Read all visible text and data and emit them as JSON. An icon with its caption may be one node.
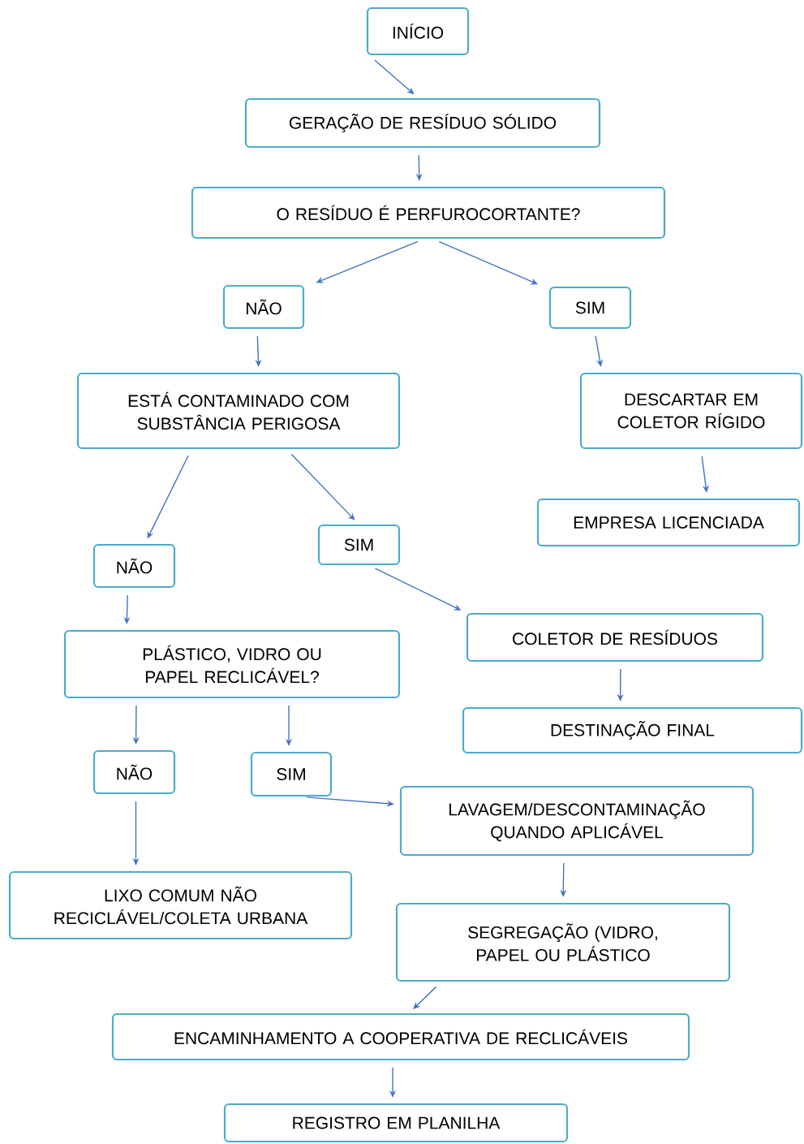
{
  "diagram": {
    "nodes": [
      {
        "text": [
          "INÍCIO"
        ]
      },
      {
        "text": [
          "GERAÇÃO DE RESÍDUO SÓLIDO"
        ]
      },
      {
        "text": [
          "O RESÍDUO É PERFUROCORTANTE?"
        ]
      },
      {
        "text": [
          "NÃO"
        ]
      },
      {
        "text": [
          "SIM"
        ]
      },
      {
        "text": [
          "ESTÁ CONTAMINADO COM SUBSTÂNCIA PERIGOSA"
        ]
      },
      {
        "text": [
          "DESCARTAR EM COLETOR RÍGIDO"
        ]
      },
      {
        "text": [
          "EMPRESA LICENCIADA"
        ]
      },
      {
        "text": [
          "NÃO"
        ]
      },
      {
        "text": [
          "SIM"
        ]
      },
      {
        "text": [
          "PLÁSTICO, VIDRO OU PAPEL RECLICÁVEL?"
        ]
      },
      {
        "text": [
          "COLETOR DE RESÍDUOS"
        ]
      },
      {
        "text": [
          "DESTINAÇÃO FINAL"
        ]
      },
      {
        "text": [
          "NÃO"
        ]
      },
      {
        "text": [
          "SIM"
        ]
      },
      {
        "text": [
          "LAVAGEM/DESCONTAMINAÇÃO QUANDO APLICÁVEL"
        ]
      },
      {
        "text": [
          "LIXO COMUM NÃO RECICLÁVEL/COLETA URBANA"
        ]
      },
      {
        "text": [
          "SEGREGAÇÃO (VIDRO, PAPEL OU PLÁSTICO"
        ]
      },
      {
        "text": [
          "ENCAMINHAMENTO A COOPERATIVA DE RECLICÁVEIS"
        ]
      },
      {
        "text": [
          "REGISTRO EM PLANILHA"
        ]
      }
    ],
    "edges": [
      {
        "from": 0,
        "to": 1,
        "arrow": "to"
      },
      {
        "from": 1,
        "to": 2,
        "arrow": "to"
      },
      {
        "from": 2,
        "to": 3,
        "arrow": "to"
      },
      {
        "from": 2,
        "to": 4,
        "arrow": "to"
      },
      {
        "from": 3,
        "to": 5,
        "arrow": "to"
      },
      {
        "from": 4,
        "to": 6,
        "arrow": "to"
      },
      {
        "from": 6,
        "to": 7,
        "arrow": "to"
      },
      {
        "from": 5,
        "to": 8,
        "arrow": "to"
      },
      {
        "from": 5,
        "to": 9,
        "arrow": "to"
      },
      {
        "from": 9,
        "to": 11,
        "arrow": "to"
      },
      {
        "from": 8,
        "to": 10,
        "arrow": "to"
      },
      {
        "from": 11,
        "to": 12,
        "arrow": "to"
      },
      {
        "from": 10,
        "to": 13,
        "arrow": "to"
      },
      {
        "from": 10,
        "to": 14,
        "arrow": "to"
      },
      {
        "from": 14,
        "to": 15,
        "arrow": "to"
      },
      {
        "from": 13,
        "to": 16,
        "arrow": "to"
      },
      {
        "from": 15,
        "to": 17,
        "arrow": "to"
      },
      {
        "from": 17,
        "to": 18,
        "arrow": "to"
      },
      {
        "from": 18,
        "to": 19,
        "arrow": "to"
      }
    ]
  }
}
